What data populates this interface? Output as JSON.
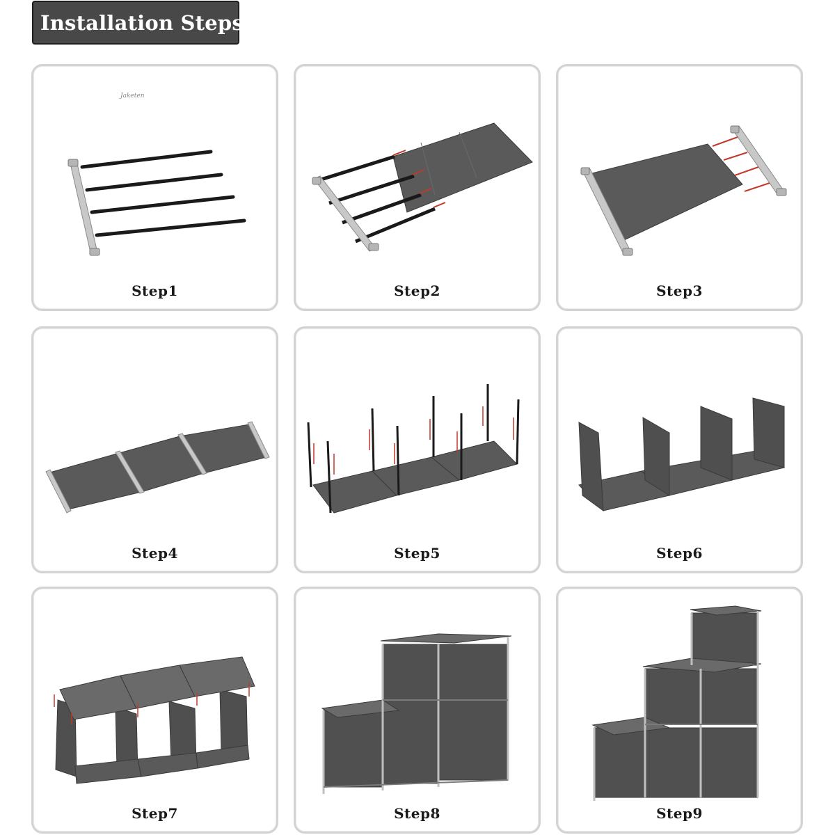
{
  "header": {
    "title": "Installation Steps:"
  },
  "steps": [
    {
      "label": "Step1",
      "watermark": "Jaketen"
    },
    {
      "label": "Step2"
    },
    {
      "label": "Step3"
    },
    {
      "label": "Step4"
    },
    {
      "label": "Step5"
    },
    {
      "label": "Step6"
    },
    {
      "label": "Step7"
    },
    {
      "label": "Step8"
    },
    {
      "label": "Step9"
    }
  ],
  "colors": {
    "badge": "#484848",
    "card_border": "#d3d3d3",
    "panel": "#5a5a5a",
    "rod": "#1a1a1a",
    "arrow": "#c0392b"
  }
}
